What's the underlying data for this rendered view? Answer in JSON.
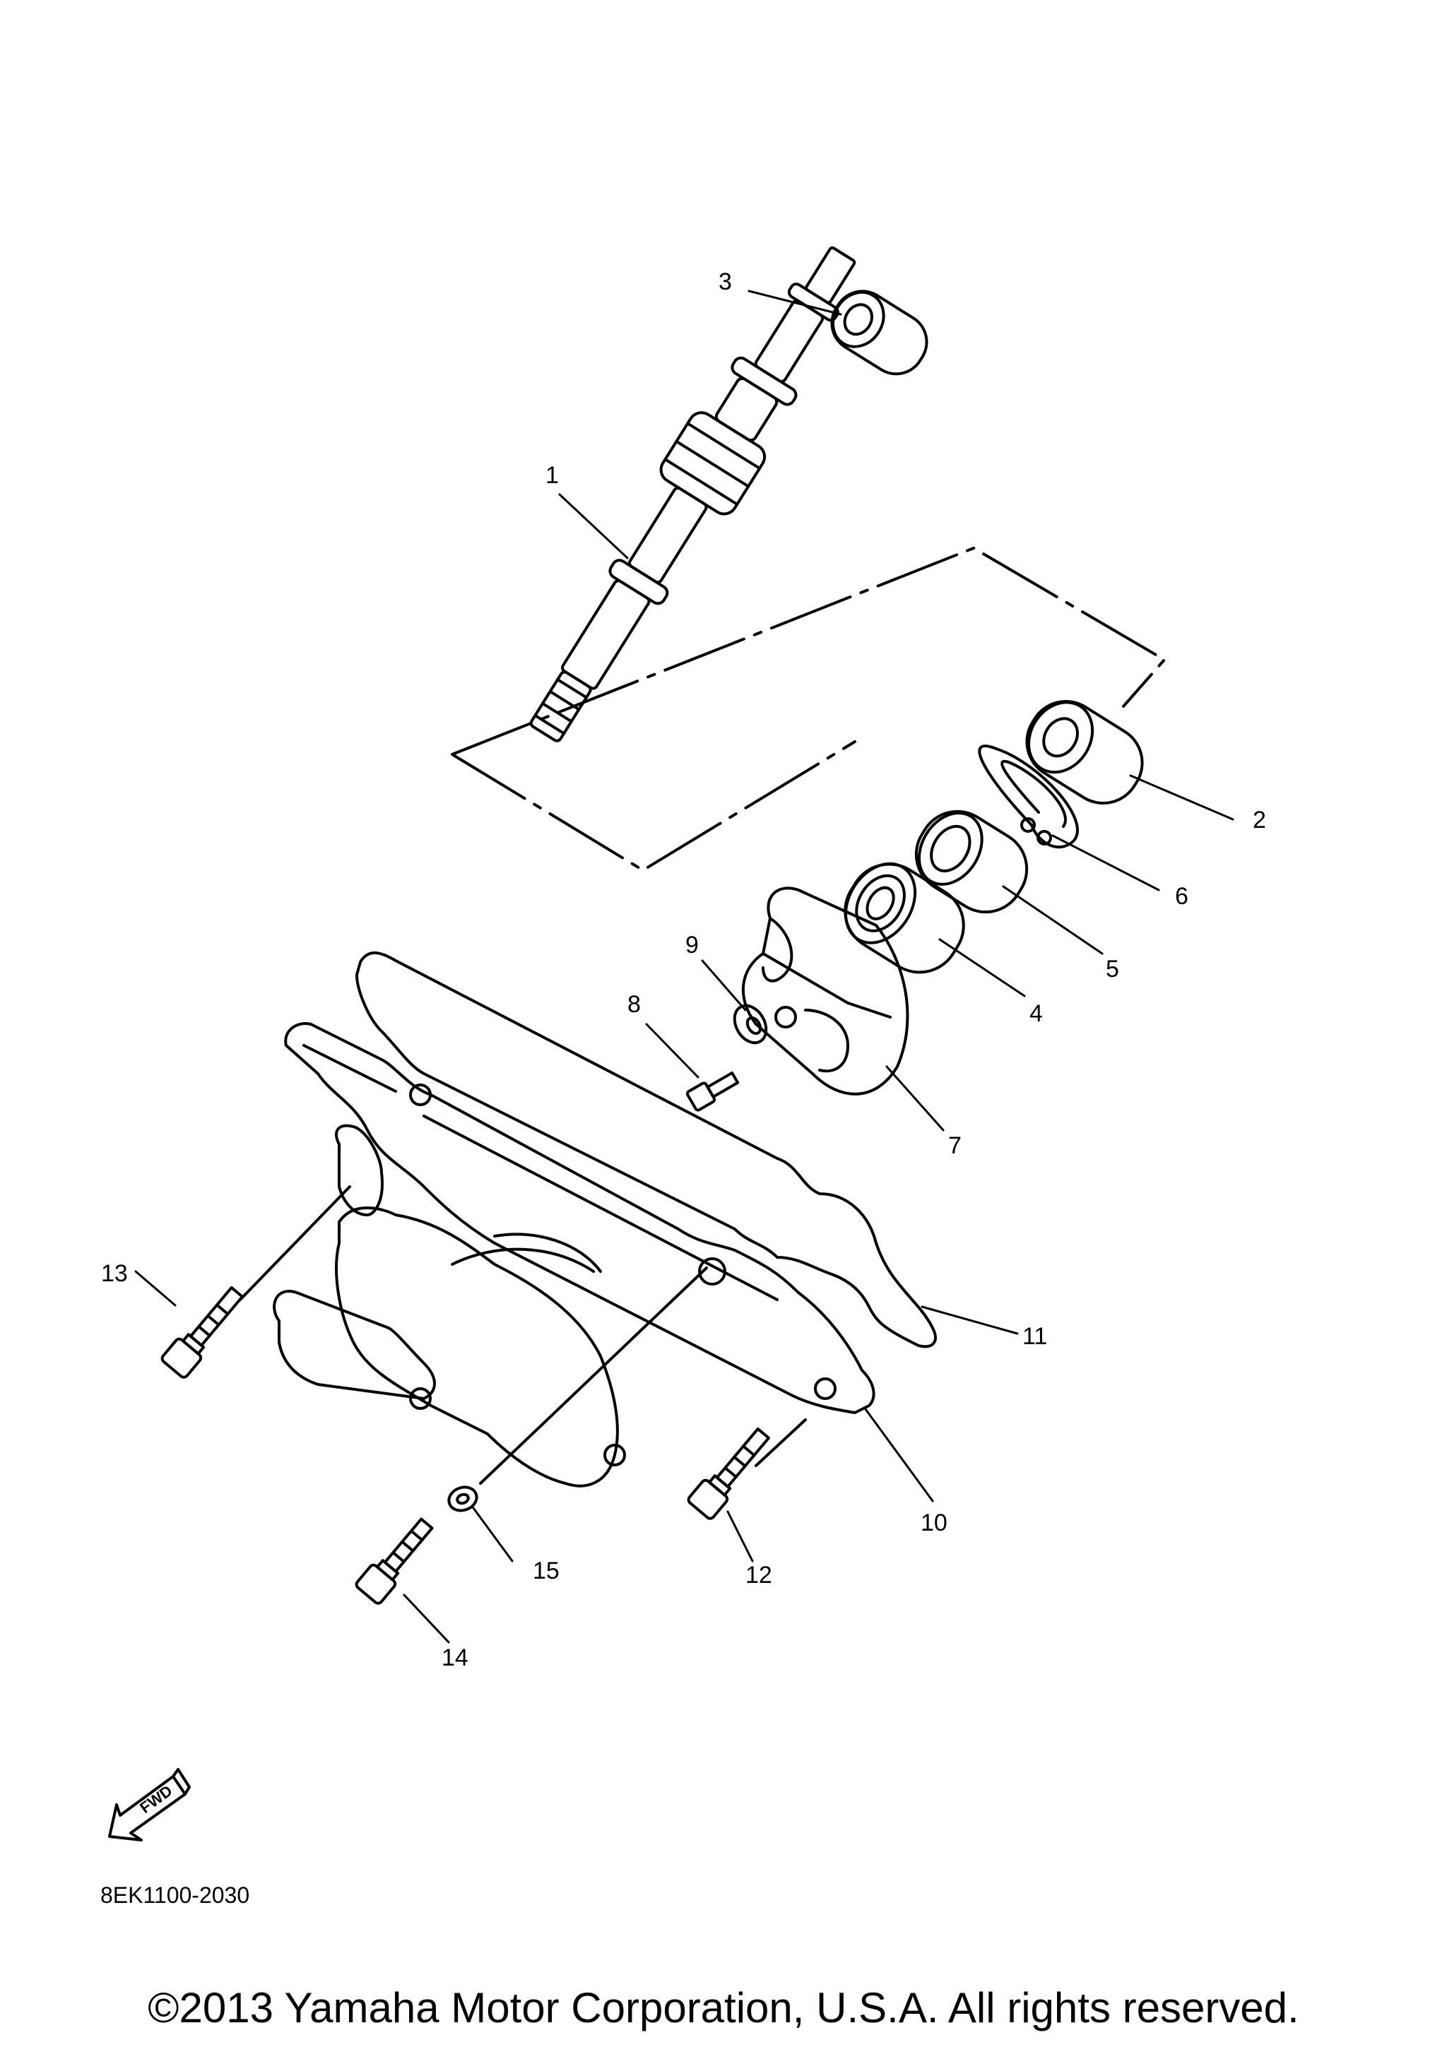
{
  "callouts": [
    {
      "id": "1",
      "label": "1"
    },
    {
      "id": "2",
      "label": "2"
    },
    {
      "id": "3",
      "label": "3"
    },
    {
      "id": "4",
      "label": "4"
    },
    {
      "id": "5",
      "label": "5"
    },
    {
      "id": "6",
      "label": "6"
    },
    {
      "id": "7",
      "label": "7"
    },
    {
      "id": "8",
      "label": "8"
    },
    {
      "id": "9",
      "label": "9"
    },
    {
      "id": "10",
      "label": "10"
    },
    {
      "id": "11",
      "label": "11"
    },
    {
      "id": "12",
      "label": "12"
    },
    {
      "id": "13",
      "label": "13"
    },
    {
      "id": "14",
      "label": "14"
    },
    {
      "id": "15",
      "label": "15"
    }
  ],
  "fwd_badge": {
    "text": "FWD",
    "icon": "forward-direction-arrow-icon"
  },
  "diagram_code": "8EK1100-2030",
  "copyright": "©2013 Yamaha Motor Corporation, U.S.A. All rights reserved."
}
